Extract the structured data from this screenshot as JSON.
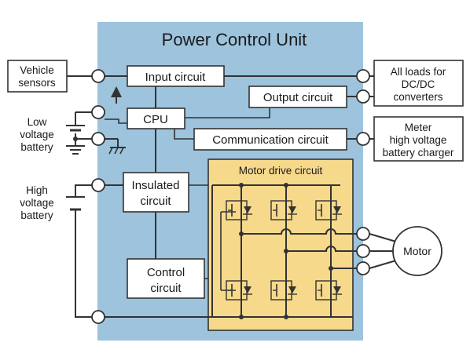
{
  "diagram": {
    "title": "Power Control Unit",
    "colors": {
      "pcu_background": "#9dc3dd",
      "motor_drive_background": "#f7d98c",
      "line": "#333333"
    },
    "blocks": {
      "input_circuit": "Input circuit",
      "output_circuit": "Output circuit",
      "cpu": "CPU",
      "communication_circuit": "Communication circuit",
      "insulated_circuit": [
        "Insulated",
        "circuit"
      ],
      "control_circuit": [
        "Control",
        "circuit"
      ],
      "motor_drive_circuit": "Motor drive circuit"
    },
    "external": {
      "vehicle_sensors": [
        "Vehicle",
        "sensors"
      ],
      "low_voltage_battery": [
        "Low",
        "voltage",
        "battery"
      ],
      "high_voltage_battery": [
        "High",
        "voltage",
        "battery"
      ],
      "dc_dc_loads": [
        "All loads for",
        "DC/DC",
        "converters"
      ],
      "meter_charger": [
        "Meter",
        "high voltage",
        "battery charger"
      ],
      "motor": "Motor"
    },
    "icons": [
      "ground-icon",
      "up-arrow-icon",
      "battery-icon",
      "igbt-switch-icon",
      "terminal-icon"
    ]
  }
}
